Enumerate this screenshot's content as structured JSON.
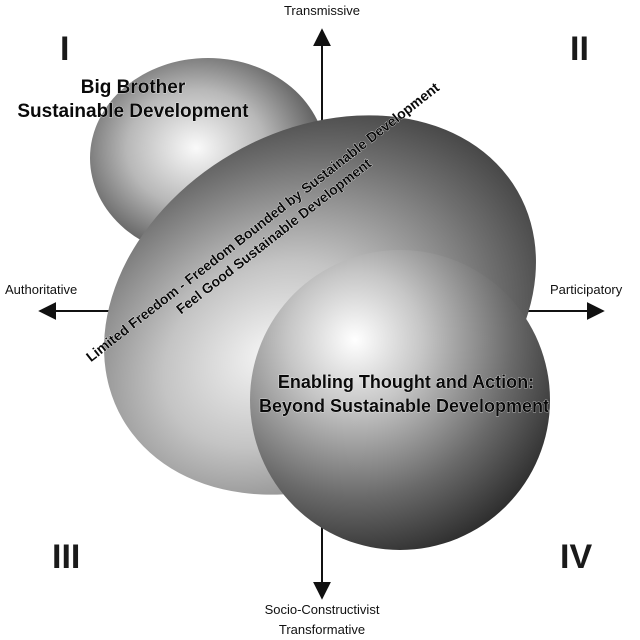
{
  "axes": {
    "top": "Transmissive",
    "left": "Authoritative",
    "right": "Participatory",
    "bottom_line1": "Socio-Constructivist",
    "bottom_line2": "Transformative"
  },
  "quadrants": {
    "q1": "I",
    "q2": "II",
    "q3": "III",
    "q4": "IV"
  },
  "spheres": {
    "big_brother_line1": "Big Brother",
    "big_brother_line2": "Sustainable Development",
    "limited_line1": "Limited Freedom - Freedom Bounded by Sustainable Development",
    "limited_line2": "Feel Good Sustainable Development",
    "enabling_line1": "Enabling Thought and Action:",
    "enabling_line2": "Beyond Sustainable Development"
  }
}
